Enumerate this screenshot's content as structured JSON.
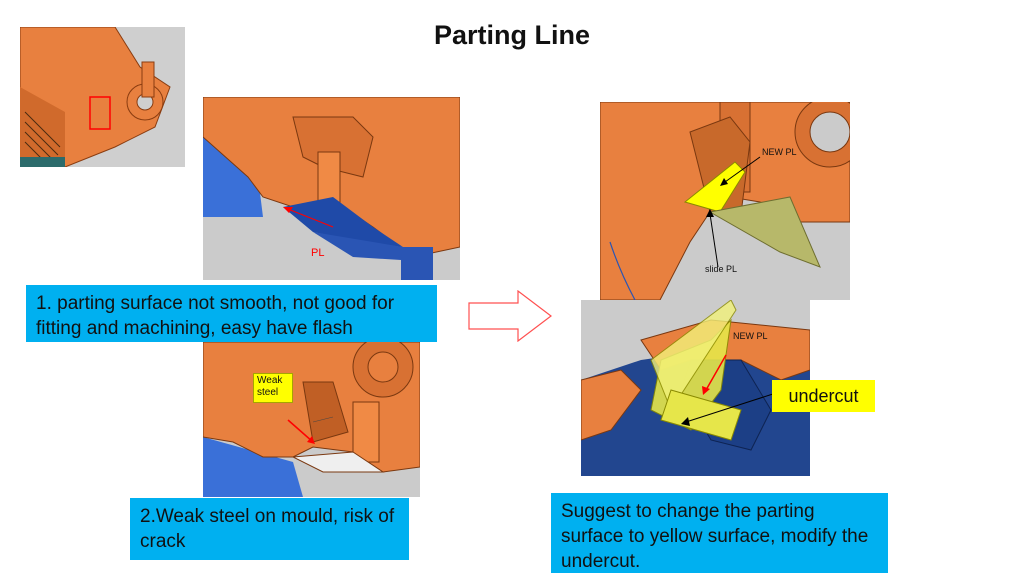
{
  "slide": {
    "title": "Parting Line",
    "callout1": "1. parting surface not smooth, not good for fitting and machining, easy have flash",
    "callout2": "2.Weak steel on mould, risk of crack",
    "callout3": "Suggest to change the parting surface to yellow surface, modify the undercut.",
    "pl_label": "PL",
    "weak_steel_label": "Weak steel",
    "new_pl_label_top": "NEW PL",
    "slide_pl_label": "slide PL",
    "new_pl_label_bottom": "NEW PL",
    "undercut_label": "undercut"
  },
  "colors": {
    "part_orange": "#e8803f",
    "mould_blue": "#2a55b4",
    "callout_blue": "#00b0f0",
    "highlight_yellow": "#ffff00",
    "arrow_red": "#ff0000"
  }
}
